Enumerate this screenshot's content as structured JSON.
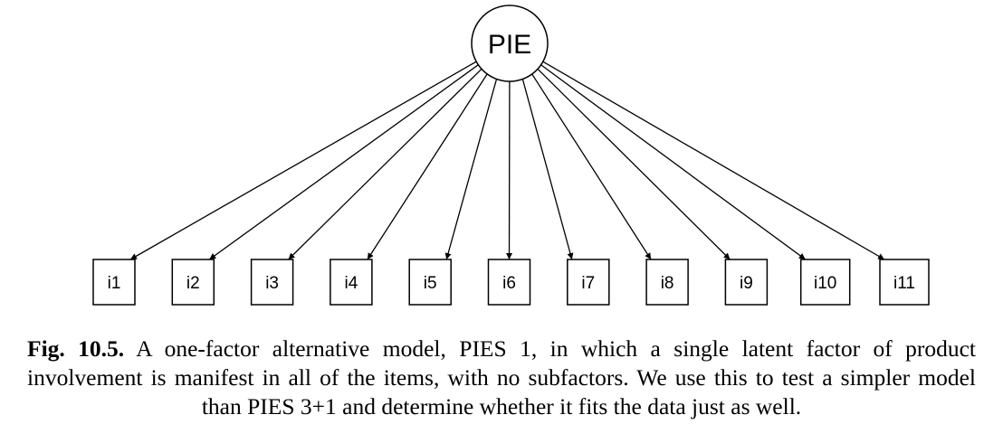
{
  "diagram": {
    "factor": {
      "label": "PIE"
    },
    "items": [
      {
        "label": "i1"
      },
      {
        "label": "i2"
      },
      {
        "label": "i3"
      },
      {
        "label": "i4"
      },
      {
        "label": "i5"
      },
      {
        "label": "i6"
      },
      {
        "label": "i7"
      },
      {
        "label": "i8"
      },
      {
        "label": "i9"
      },
      {
        "label": "i10"
      },
      {
        "label": "i11"
      }
    ],
    "edges": "factor-to-each-item arrows"
  },
  "caption": {
    "label": "Fig. 10.5.",
    "text": "A one-factor alternative model, PIES 1, in which a single latent factor of product involvement is manifest in all of the items, with no subfactors. We use this to test a simpler model than PIES 3+1 and determine whether it fits the data just as well."
  }
}
